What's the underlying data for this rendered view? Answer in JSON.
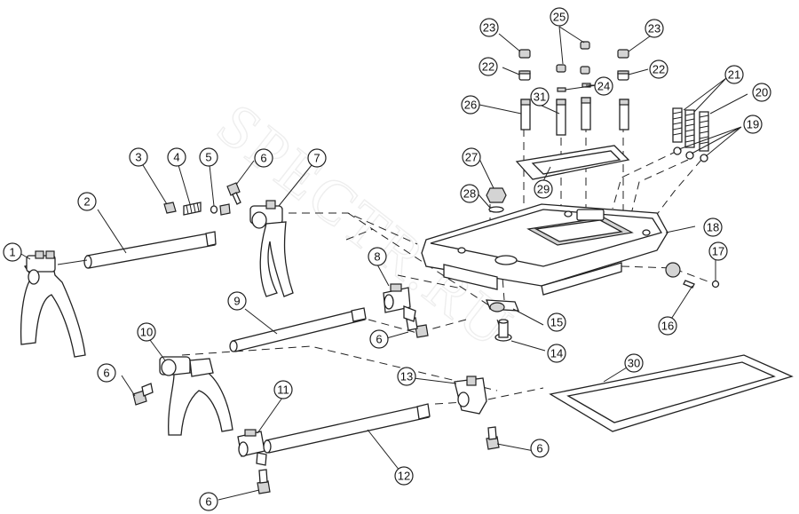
{
  "diagram": {
    "watermark": "SPECTR.RU",
    "callouts": [
      "1",
      "2",
      "3",
      "4",
      "5",
      "6",
      "7",
      "8",
      "9",
      "10",
      "11",
      "12",
      "13",
      "14",
      "15",
      "16",
      "17",
      "18",
      "19",
      "20",
      "21",
      "22",
      "23",
      "24",
      "25",
      "26",
      "27",
      "28",
      "29",
      "30",
      "31"
    ]
  }
}
